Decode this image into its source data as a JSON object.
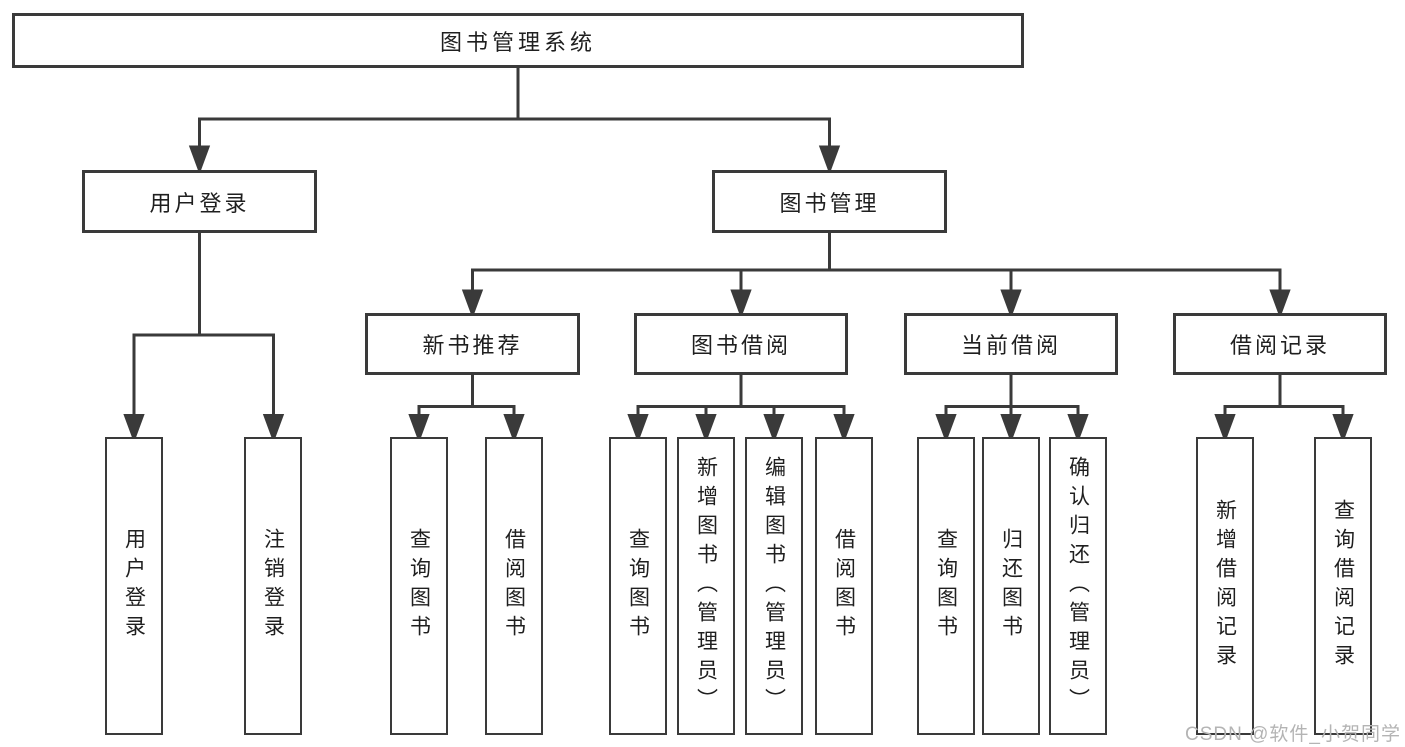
{
  "colors": {
    "line": "#3a3a3a",
    "box_border": "#3a3a3a",
    "text": "#1f1f1f",
    "watermark": "#b4b4b4",
    "background": "#ffffff"
  },
  "watermark": "CSDN @软件_小贺同学",
  "tree": {
    "label": "图书管理系统",
    "children": [
      {
        "label": "用户登录",
        "children": [
          {
            "label": "用户登录"
          },
          {
            "label": "注销登录"
          }
        ]
      },
      {
        "label": "图书管理",
        "children": [
          {
            "label": "新书推荐",
            "children": [
              {
                "label": "查询图书"
              },
              {
                "label": "借阅图书"
              }
            ]
          },
          {
            "label": "图书借阅",
            "children": [
              {
                "label": "查询图书"
              },
              {
                "label": "新增图书（管理员）"
              },
              {
                "label": "编辑图书（管理员）"
              },
              {
                "label": "借阅图书"
              }
            ]
          },
          {
            "label": "当前借阅",
            "children": [
              {
                "label": "查询图书"
              },
              {
                "label": "归还图书"
              },
              {
                "label": "确认归还（管理员）"
              }
            ]
          },
          {
            "label": "借阅记录",
            "children": [
              {
                "label": "新增借阅记录"
              },
              {
                "label": "查询借阅记录"
              }
            ]
          }
        ]
      }
    ]
  }
}
